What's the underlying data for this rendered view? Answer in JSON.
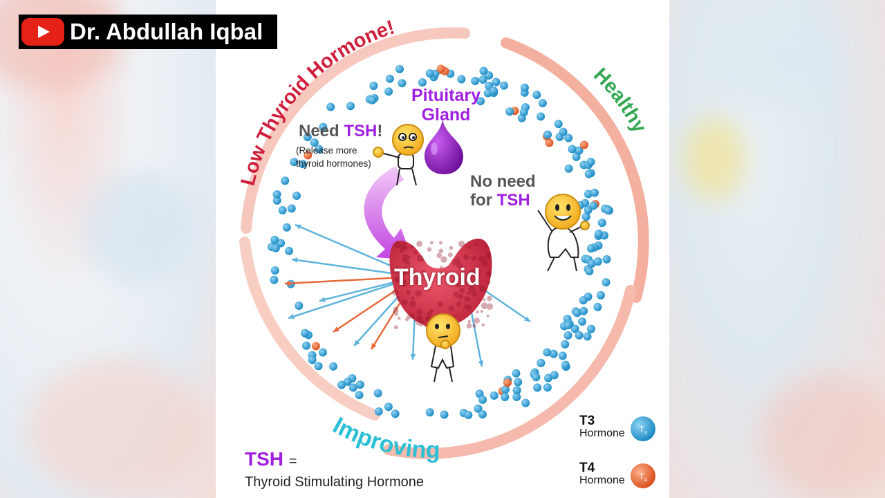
{
  "channel": {
    "name": "Dr. Abdullah Iqbal"
  },
  "diagram": {
    "arc_labels": {
      "low": "Low Thyroid Hormone!",
      "healthy": "Healthy",
      "improving": "Improving"
    },
    "pituitary": {
      "line1": "Pituitary",
      "line2": "Gland"
    },
    "need_tsh": {
      "prefix": "Need ",
      "tsh": "TSH",
      "suffix": "!"
    },
    "release_note": {
      "line1": "(Release more",
      "line2": "thyroid hormones)"
    },
    "no_need": {
      "line1": "No need",
      "prefix": "for ",
      "tsh": "TSH"
    },
    "thyroid_label": "Thyroid",
    "tsh_definition": {
      "abbr": "TSH",
      "equals": "=",
      "full": "Thyroid Stimulating Hormone"
    },
    "legend": [
      {
        "code": "T3",
        "label": "Hormone",
        "color": "#2c9fd6",
        "symbol": "T",
        "sub": "3"
      },
      {
        "code": "T4",
        "label": "Hormone",
        "color": "#e8683a",
        "symbol": "T",
        "sub": "4"
      }
    ],
    "colors": {
      "low": "#d01f3c",
      "healthy": "#34a853",
      "improving": "#2cc0d6",
      "tsh": "#a020e0",
      "arc": "#f2a393",
      "t3": "#2c9fd6",
      "t4": "#e8683a",
      "thyroid": "#d42a45"
    }
  }
}
